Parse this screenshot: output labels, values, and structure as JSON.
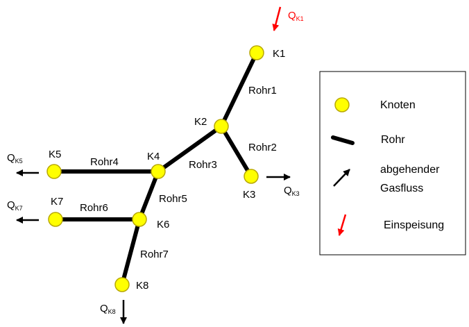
{
  "nodes": {
    "k1": {
      "label": "K1"
    },
    "k2": {
      "label": "K2"
    },
    "k3": {
      "label": "K3"
    },
    "k4": {
      "label": "K4"
    },
    "k5": {
      "label": "K5"
    },
    "k6": {
      "label": "K6"
    },
    "k7": {
      "label": "K7"
    },
    "k8": {
      "label": "K8"
    }
  },
  "pipes": {
    "rohr1": {
      "label": "Rohr1"
    },
    "rohr2": {
      "label": "Rohr2"
    },
    "rohr3": {
      "label": "Rohr3"
    },
    "rohr4": {
      "label": "Rohr4"
    },
    "rohr5": {
      "label": "Rohr5"
    },
    "rohr6": {
      "label": "Rohr6"
    },
    "rohr7": {
      "label": "Rohr7"
    }
  },
  "flows": {
    "qk1": {
      "main": "Q",
      "sub": "K1"
    },
    "qk3": {
      "main": "Q",
      "sub": "K3"
    },
    "qk5": {
      "main": "Q",
      "sub": "K5"
    },
    "qk7": {
      "main": "Q",
      "sub": "K7"
    },
    "qk8": {
      "main": "Q",
      "sub": "K8"
    }
  },
  "legend": {
    "node_label": "Knoten",
    "pipe_label": "Rohr",
    "outflow_label_line1": "abgehender",
    "outflow_label_line2": "Gasfluss",
    "inflow_label": "Einspeisung"
  },
  "colors": {
    "node_fill": "#ffff00",
    "node_stroke": "#b8a800",
    "pipe": "#000000",
    "outflow_arrow": "#000000",
    "inflow_arrow": "#ff0000"
  }
}
